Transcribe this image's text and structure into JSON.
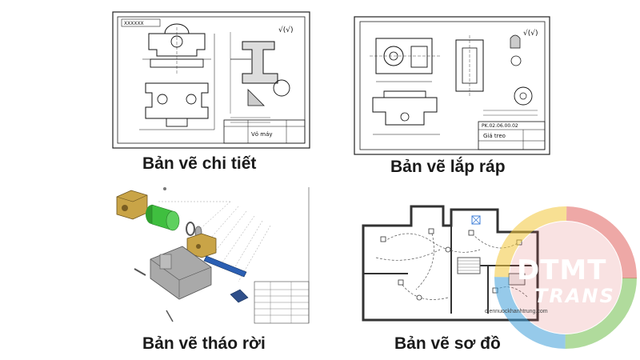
{
  "panels": [
    {
      "id": "detail",
      "caption": "Bản vẽ chi tiết",
      "title_text": "Vỏ máy",
      "stamp": "XXXXXX"
    },
    {
      "id": "assembly",
      "caption": "Bản vẽ lắp ráp",
      "title_text": "Giá treo",
      "code": "PK.02.06.00.02"
    },
    {
      "id": "exploded",
      "caption": "Bản vẽ tháo rời"
    },
    {
      "id": "schematic",
      "caption": "Bản vẽ sơ đồ",
      "watermark": "diennuockhanhtrung.com"
    }
  ],
  "logo": {
    "main": "DTMT",
    "sub": "TRANS"
  },
  "colors": {
    "caption": "#1a1a1a",
    "logo_red": "#e0615c",
    "logo_green": "#6fbe4a",
    "logo_yellow": "#f2c63a",
    "logo_blue": "#3f9fd8",
    "cylinder_green": "#3fbf3f"
  }
}
